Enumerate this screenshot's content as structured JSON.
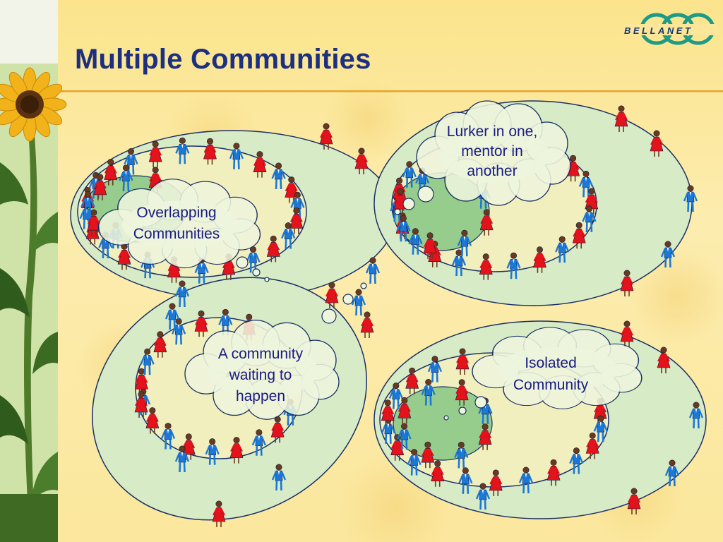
{
  "slide": {
    "title": "Multiple Communities",
    "logo_text": "BELLANET"
  },
  "labels": {
    "lurker": [
      "Lurker in one,",
      "mentor in",
      "another"
    ],
    "overlapping": [
      "Overlapping",
      "Communities"
    ],
    "waiting": [
      "A community",
      "waiting to",
      "happen"
    ],
    "isolated": [
      "Isolated",
      "Community"
    ]
  },
  "icons": {
    "woman": "woman-figure-icon",
    "man": "man-figure-icon",
    "sunflower": "sunflower-icon"
  },
  "colors": {
    "title": "#1c2f80",
    "background": "#fbe99a",
    "header_rule": "#e2a52a",
    "outer_ellipse": "#d7ebc6",
    "inner_ellipse": "#f1efbd",
    "core_ellipse": "#97cd8c",
    "cloud": "#eef5dd",
    "woman": "#e4121b",
    "man": "#1c78d6",
    "outline": "#1a2f66"
  }
}
